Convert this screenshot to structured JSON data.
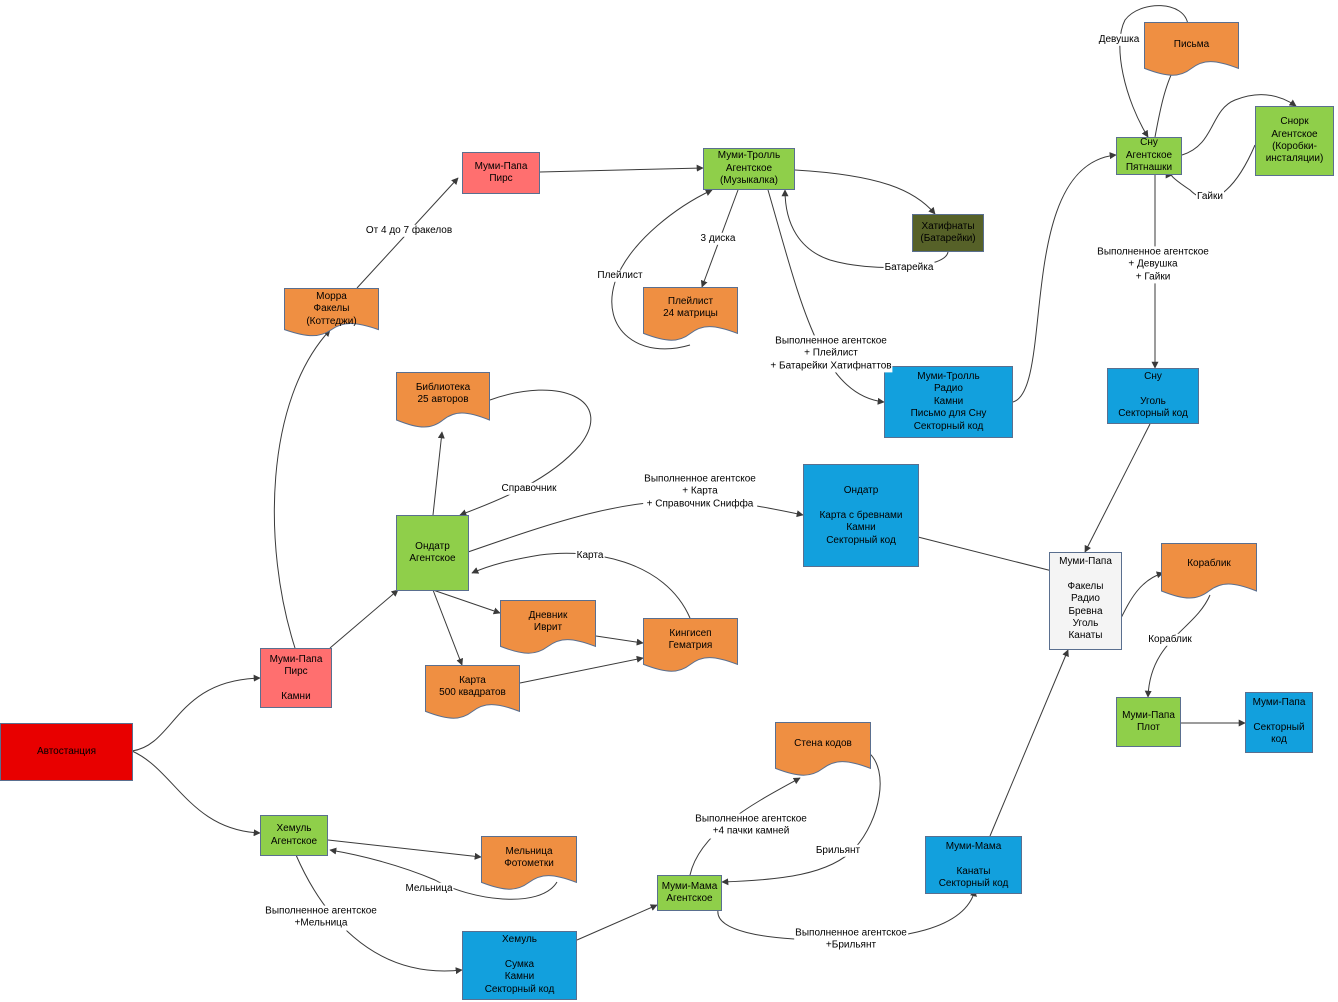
{
  "colors": {
    "red": "#e80000",
    "pink": "#ff6f6f",
    "green": "#8fcf4a",
    "orange": "#ef8f42",
    "blue": "#12a0dd",
    "olive": "#566128",
    "white": "#f4f4f4",
    "border": "#5a6f8f",
    "edge": "#3a3a3a"
  },
  "nodes": {
    "avtostantsiya": {
      "text": "Автостанция",
      "color": "red"
    },
    "mumi_papa_pirs_top": {
      "text": "Муми-Папа\nПирс",
      "color": "pink"
    },
    "mumi_papa_pirs_kamni": {
      "text": "Муми-Папа\nПирс\n\nКамни",
      "color": "pink"
    },
    "morra": {
      "text": "Морра\nФакелы\n(Коттеджи)",
      "color": "orange"
    },
    "mumi_troll_agent": {
      "text": "Муми-Тролль\nАгентское\n(Музыкалка)",
      "color": "green"
    },
    "hatifnaty": {
      "text": "Хатифнаты\n(Батарейки)",
      "color": "olive"
    },
    "pleylist": {
      "text": "Плейлист\n24 матрицы",
      "color": "orange"
    },
    "mumi_troll_sector": {
      "text": "Муми-Тролль\nРадио\nКамни\nПисьмо для Сну\nСекторный код",
      "color": "blue"
    },
    "biblioteka": {
      "text": "Библиотека\n25 авторов",
      "color": "orange"
    },
    "ondatr_agent": {
      "text": "Ондатр\nАгентское",
      "color": "green"
    },
    "ondatr_sector": {
      "text": "Ондатр\n\nКарта с бревнами\nКамни\nСекторный код",
      "color": "blue"
    },
    "dnevnik": {
      "text": "Дневник\nИврит",
      "color": "orange"
    },
    "karta500": {
      "text": "Карта\n500 квадратов",
      "color": "orange"
    },
    "kingisep": {
      "text": "Кингисеп\nГематрия",
      "color": "orange"
    },
    "snu_agent": {
      "text": "Сну\nАгентское\nПятнашки",
      "color": "green"
    },
    "pisma": {
      "text": "Письма",
      "color": "orange"
    },
    "snork": {
      "text": "Снорк\nАгентское\n(Коробки-\nинсталяции)",
      "color": "green"
    },
    "snu_sector": {
      "text": "Сну\n\nУголь\nСекторный код",
      "color": "blue"
    },
    "mumi_papa_final": {
      "text": "Муми-Папа\n\nФакелы\nРадио\nБревна\nУголь\nКанаты",
      "color": "white"
    },
    "korablik": {
      "text": "Кораблик",
      "color": "orange"
    },
    "mumi_papa_plot": {
      "text": "Муми-Папа\nПлот",
      "color": "green"
    },
    "mumi_papa_sector": {
      "text": "Муми-Папа\n\nСекторный\nкод",
      "color": "blue"
    },
    "hemul_agent": {
      "text": "Хемуль\nАгентское",
      "color": "green"
    },
    "melnitsa": {
      "text": "Мельница\nФотометки",
      "color": "orange"
    },
    "hemul_sector": {
      "text": "Хемуль\n\nСумка\nКамни\nСекторный код",
      "color": "blue"
    },
    "mumi_mama_agent": {
      "text": "Муми-Мама\nАгентское",
      "color": "green"
    },
    "stena_kodov": {
      "text": "Стена кодов",
      "color": "orange"
    },
    "mumi_mama_sector": {
      "text": "Муми-Мама\n\nКанаты\nСекторный код",
      "color": "blue"
    }
  },
  "edge_labels": {
    "ot4do7": "От 4 до 7 факелов",
    "tri_diska": "3 диска",
    "pleylist": "Плейлист",
    "batareyka": "Батарейка",
    "vyp_pleylist": "Выполненное агентское\n+ Плейлист\n+ Батарейки Хатифнаттов",
    "devushka": "Девушка",
    "gayki": "Гайки",
    "vyp_devushka": "Выполненное агентское\n+ Девушка\n+ Гайки",
    "spravochnik": "Справочник",
    "vyp_karta": "Выполненное агентское\n+ Карта\n+ Справочник Сниффа",
    "karta": "Карта",
    "korablik": "Кораблик",
    "melnitsa": "Мельница",
    "vyp_melnitsa": "Выполненное агентское\n+Мельница",
    "vyp_kamni": "Выполненное агентское\n+4 пачки камней",
    "brilyant": "Брильянт",
    "vyp_brilyant": "Выполненное агентское\n+Брильянт"
  }
}
